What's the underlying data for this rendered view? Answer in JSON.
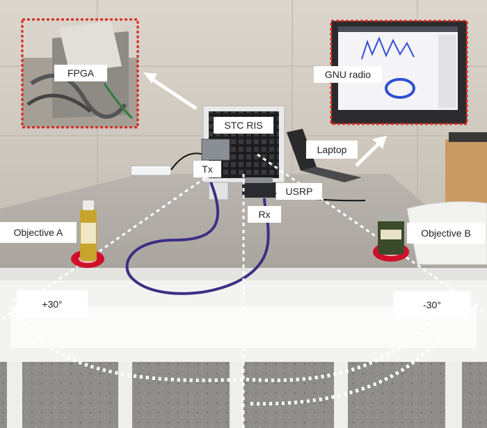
{
  "labels": {
    "fpga": "FPGA",
    "gnu_radio": "GNU radio",
    "stc_ris": "STC RIS",
    "laptop": "Laptop",
    "tx": "Tx",
    "usrp": "USRP",
    "rx": "Rx",
    "objective_a": "Objective A",
    "objective_b": "Objective B",
    "angle_pos": "+30°",
    "angle_neg": "-30°"
  },
  "colors": {
    "highlight_border": "#d8261f",
    "target_marker": "#d0102a",
    "cable": "#3b2f83",
    "signal_trace": "#3050d0"
  }
}
